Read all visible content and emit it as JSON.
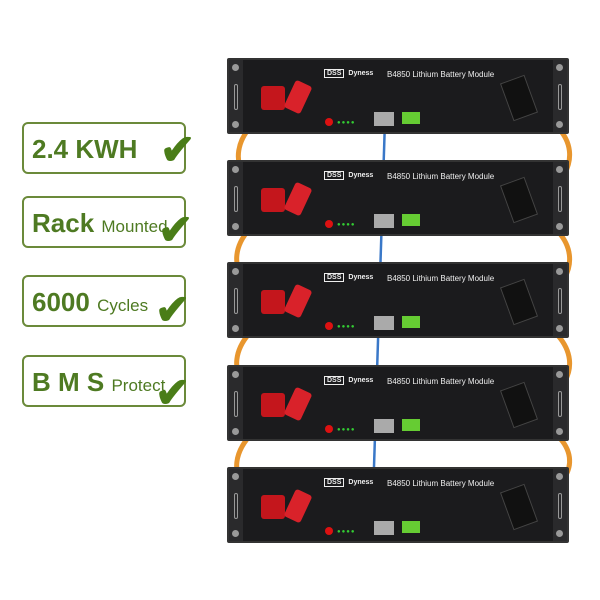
{
  "module": {
    "brand": "Dyness",
    "brand_mark": "DSS",
    "title": "B4850 Lithium Battery Module",
    "leds": "●●●●"
  },
  "features": [
    {
      "main": "2.4 KWH",
      "sub": ""
    },
    {
      "main": "Rack",
      "sub": "Mounted"
    },
    {
      "main": "6000",
      "sub": "Cycles"
    },
    {
      "main": "B M S",
      "sub": "Protect"
    }
  ],
  "check_glyph": "✔",
  "colors": {
    "badge": "#4e7a22",
    "cable_power": "#e8962e",
    "cable_comm": "#3a78c8",
    "terminal": "#c4161c"
  }
}
